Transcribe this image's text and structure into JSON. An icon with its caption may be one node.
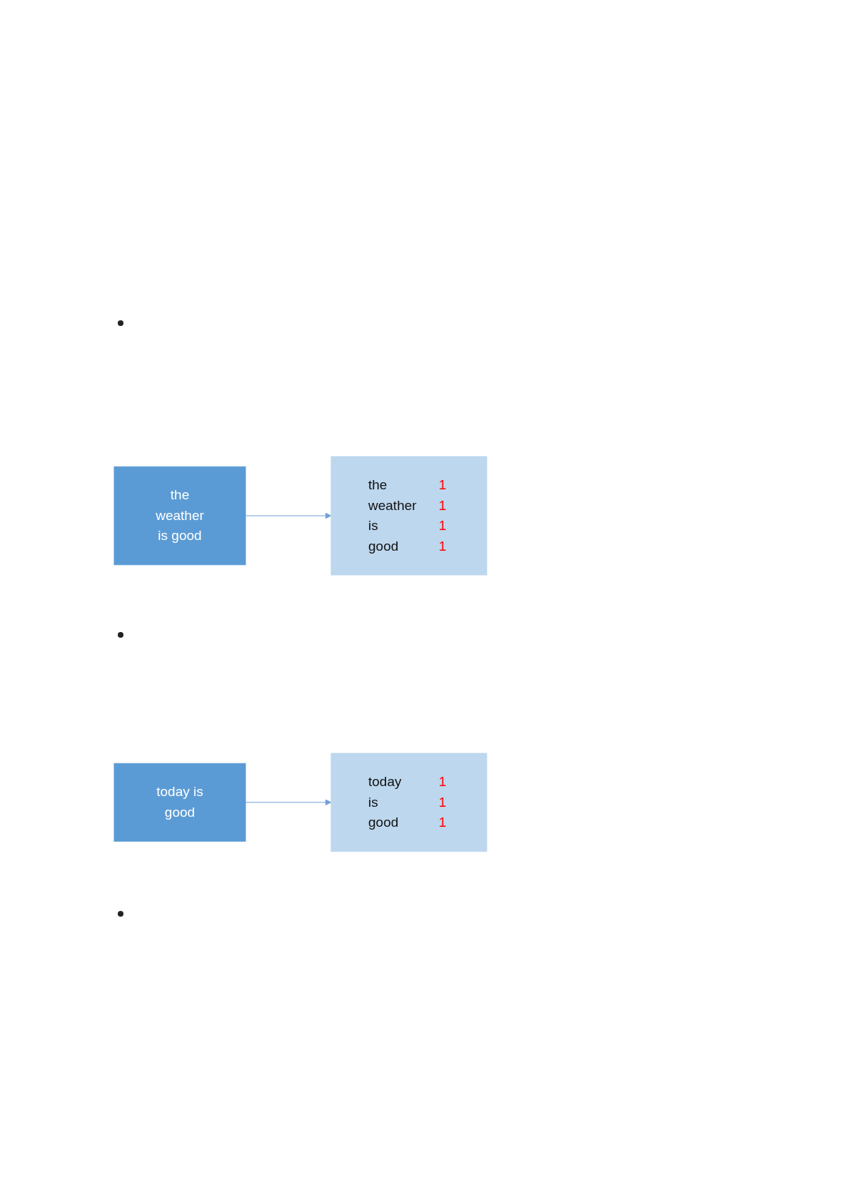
{
  "diagram": {
    "nodes": [
      {
        "text": [
          "the weather is good"
        ]
      },
      {
        "text": [
          "the",
          "1",
          "weather",
          "1",
          "is",
          "1",
          "good",
          "1"
        ]
      },
      {
        "text": [
          "today is good"
        ]
      },
      {
        "text": [
          "today",
          "1",
          "is",
          "1",
          "good",
          "1"
        ]
      }
    ],
    "edges": [
      {
        "from": 0,
        "to": 1,
        "arrow": "to"
      },
      {
        "from": 2,
        "to": 3,
        "arrow": "to"
      }
    ]
  }
}
